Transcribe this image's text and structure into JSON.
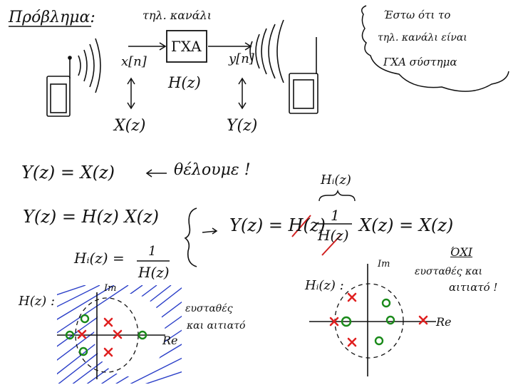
{
  "title": "Πρόβλημα:",
  "channel_label": "τηλ. κανάλι",
  "system_block": "ΓΧΑ",
  "input_signal": "x[n]",
  "output_signal": "y[n]",
  "transfer_fn": "H(z)",
  "input_transform": "X(z)",
  "output_transform": "Y(z)",
  "note": {
    "line1": "Έστω ότι το",
    "line2": "τηλ. κανάλι είναι",
    "line3": "ΓΧΑ σύστημα"
  },
  "eq1_lhs": "Y(z) = X(z)",
  "eq1_comment": "θέλουμε !",
  "eq2": "Y(z) = H(z) X(z)",
  "hi_label": "Hᵢ(z)",
  "eq3_lhs": "Y(z) = H(z)",
  "eq3_num": "1",
  "eq3_den": "H(z)",
  "eq3_rhs": "X(z) = X(z)",
  "hi_def_lhs": "Hᵢ(z) =",
  "hi_def_num": "1",
  "hi_def_den": "H(z)",
  "plot_left": {
    "label": "H(z) :",
    "im_axis": "Im",
    "re_axis": "Re",
    "caption_line1": "ευσταθές",
    "caption_line2": "και αιτιατό"
  },
  "plot_right": {
    "label": "Hᵢ(z) :",
    "im_axis": "Im",
    "re_axis": "Re",
    "caption_line1": "ΌΧΙ",
    "caption_line2": "ευσταθές και",
    "caption_line3": "αιτιατό !"
  },
  "colors": {
    "ink": "#111111",
    "poles": "#e02020",
    "zeros": "#1a8a1a",
    "hatch": "#2b3fc8"
  }
}
